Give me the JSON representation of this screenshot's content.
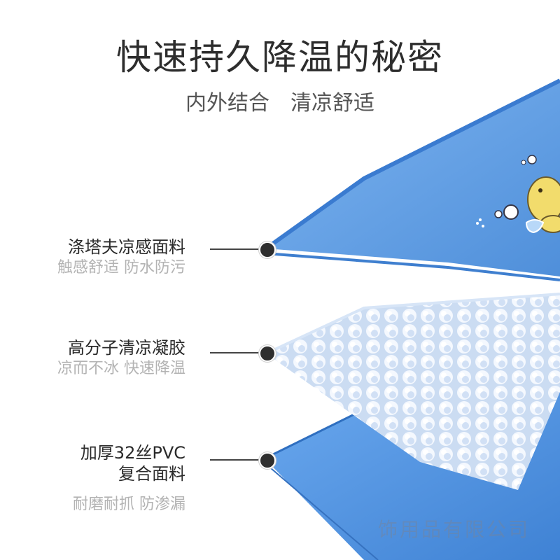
{
  "header": {
    "title": "快速持久降温的秘密",
    "subtitle_left": "内外结合",
    "subtitle_right": "清凉舒适"
  },
  "layers": [
    {
      "name": "涤塔夫凉感面料",
      "desc": "触感舒适  防水防污"
    },
    {
      "name": "高分子清凉凝胶",
      "desc": "凉而不冰 快速降温"
    },
    {
      "name_line1": "加厚32丝PVC",
      "name_line2": "复合面料",
      "desc": "耐磨耐抓 防渗漏"
    }
  ],
  "watermark": "饰用品有限公司",
  "colors": {
    "mat_blue": "#5b9de6",
    "gel_blue": "#c9dcf4",
    "dot": "#2e2e2e"
  }
}
